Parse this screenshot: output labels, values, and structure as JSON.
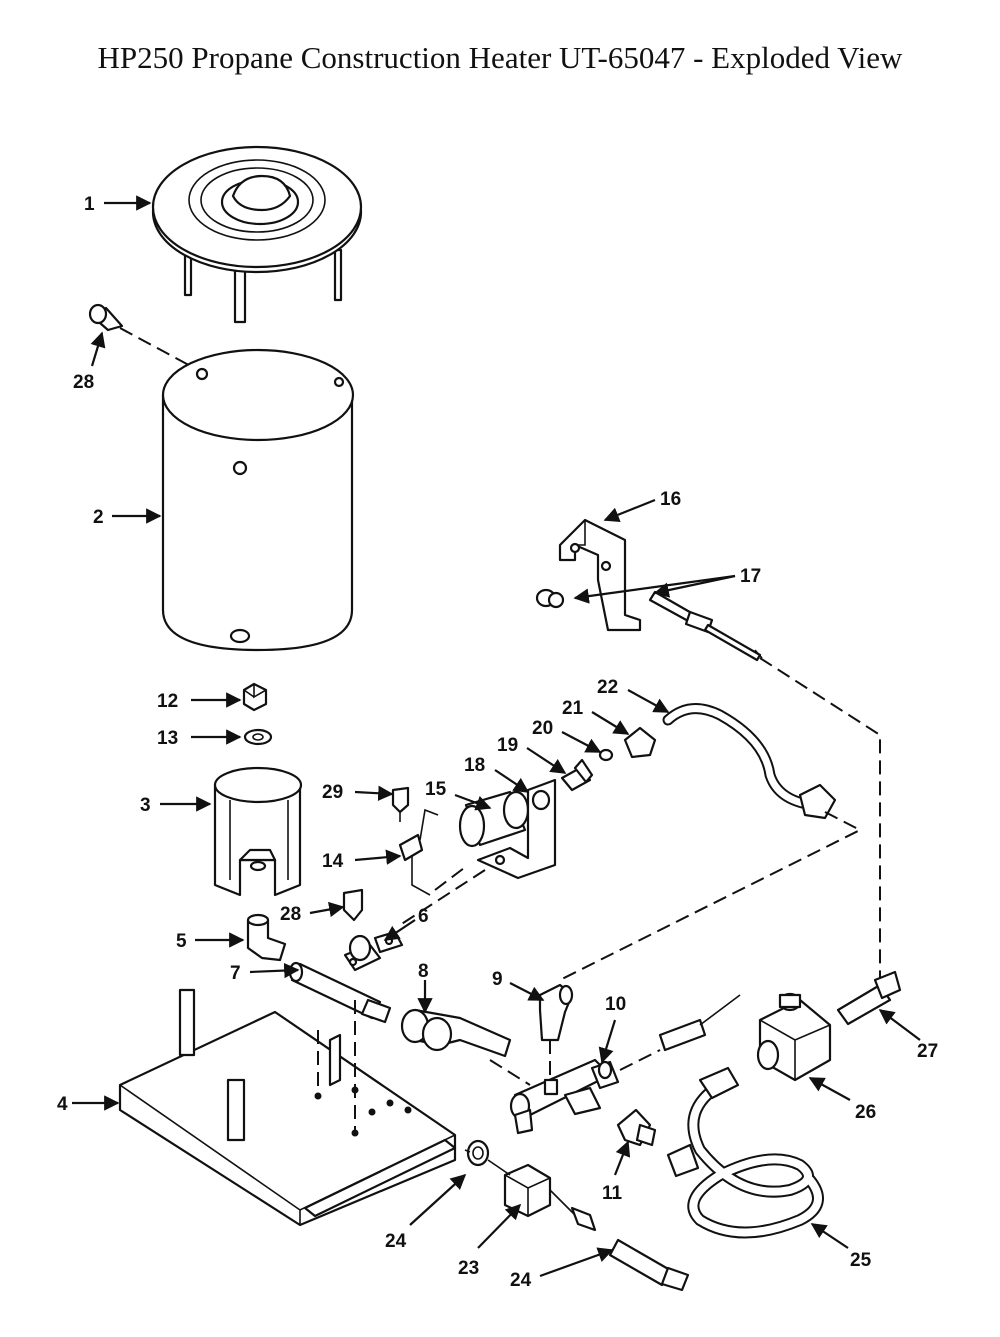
{
  "title": "HP250 Propane Construction Heater UT-65047 - Exploded View",
  "diagram": {
    "callouts": [
      {
        "id": "c1",
        "label": "1"
      },
      {
        "id": "c28a",
        "label": "28"
      },
      {
        "id": "c2",
        "label": "2"
      },
      {
        "id": "c16",
        "label": "16"
      },
      {
        "id": "c17",
        "label": "17"
      },
      {
        "id": "c22",
        "label": "22"
      },
      {
        "id": "c21",
        "label": "21"
      },
      {
        "id": "c20",
        "label": "20"
      },
      {
        "id": "c19",
        "label": "19"
      },
      {
        "id": "c18",
        "label": "18"
      },
      {
        "id": "c12",
        "label": "12"
      },
      {
        "id": "c13",
        "label": "13"
      },
      {
        "id": "c3",
        "label": "3"
      },
      {
        "id": "c29",
        "label": "29"
      },
      {
        "id": "c15",
        "label": "15"
      },
      {
        "id": "c14",
        "label": "14"
      },
      {
        "id": "c28b",
        "label": "28"
      },
      {
        "id": "c6",
        "label": "6"
      },
      {
        "id": "c5",
        "label": "5"
      },
      {
        "id": "c7",
        "label": "7"
      },
      {
        "id": "c8",
        "label": "8"
      },
      {
        "id": "c9",
        "label": "9"
      },
      {
        "id": "c10",
        "label": "10"
      },
      {
        "id": "c27",
        "label": "27"
      },
      {
        "id": "c4",
        "label": "4"
      },
      {
        "id": "c26",
        "label": "26"
      },
      {
        "id": "c11",
        "label": "11"
      },
      {
        "id": "c24a",
        "label": "24"
      },
      {
        "id": "c23",
        "label": "23"
      },
      {
        "id": "c24b",
        "label": "24"
      },
      {
        "id": "c25",
        "label": "25"
      }
    ]
  }
}
